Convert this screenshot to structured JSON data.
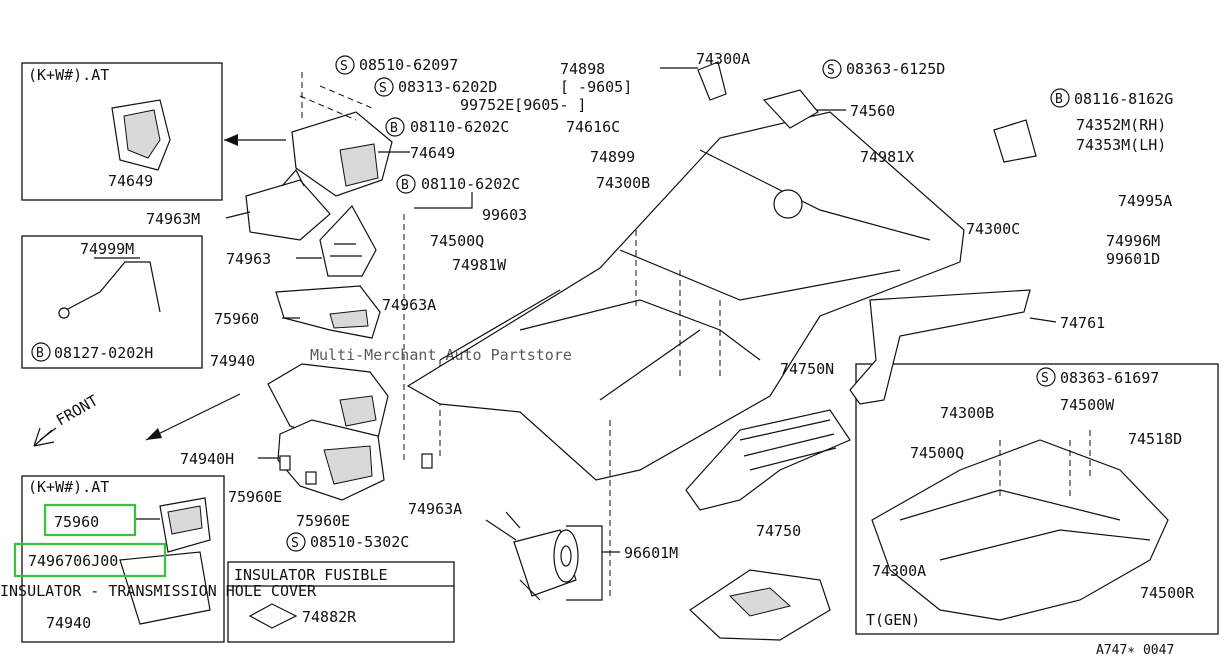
{
  "watermark": "Multi-Merchant Auto Partstore",
  "diagram_code": "A747∗ 0047",
  "front_label": "FRONT",
  "boxes": {
    "top_left": {
      "title": "(K+W#).AT",
      "part": "74649"
    },
    "mid_left": {
      "part_a": "74999M",
      "bolt_prefix": "B",
      "bolt": "08127-0202H"
    },
    "bottom_left": {
      "title": "(K+W#).AT",
      "part_a": "75960",
      "part_b": "74940",
      "highlight_code": "7496706J00"
    },
    "fusible": {
      "title": "INSULATOR FUSIBLE",
      "part": "74882R"
    },
    "tgen": {
      "title": "T(GEN)"
    }
  },
  "tooltip": "INSULATOR - TRANSMISSION HOLE COVER",
  "callouts": {
    "s1": {
      "prefix": "S",
      "code": "08510-62097"
    },
    "s2": {
      "prefix": "S",
      "code": "08313-6202D",
      "extra": "[  -9605]"
    },
    "s2b": "99752E[9605-  ]",
    "b1": {
      "prefix": "B",
      "code": "08110-6202C"
    },
    "b2": {
      "prefix": "B",
      "code": "08110-6202C"
    },
    "p74649": "74649",
    "p74963M": "74963M",
    "p74963": "74963",
    "p75960": "75960",
    "p74963A": "74963A",
    "p74940": "74940",
    "p74940H": "74940H",
    "p75960E_a": "75960E",
    "p75960E_b": "75960E",
    "p74963A_b": "74963A",
    "s3": {
      "prefix": "S",
      "code": "08510-5302C"
    },
    "p74898": "74898",
    "p74300A_top": "74300A",
    "s4": {
      "prefix": "S",
      "code": "08363-6125D"
    },
    "p74560": "74560",
    "p74616C": "74616C",
    "p74899": "74899",
    "p74981X": "74981X",
    "p74300B": "74300B",
    "p99603": "99603",
    "p74500Q": "74500Q",
    "p74981W": "74981W",
    "b3": {
      "prefix": "B",
      "code": "08116-8162G"
    },
    "p74352M": "74352M(RH)",
    "p74353M": "74353M(LH)",
    "p74995A": "74995A",
    "p74300C": "74300C",
    "p74996M": "74996M",
    "p99601D": "99601D",
    "p74761": "74761",
    "p74750N": "74750N",
    "p96601M": "96601M",
    "p74750": "74750",
    "s5": {
      "prefix": "S",
      "code": "08363-61697"
    },
    "p74300B_b": "74300B",
    "p74500W": "74500W",
    "p74500Q_b": "74500Q",
    "p74518D": "74518D",
    "p74300A_b": "74300A",
    "p74500R": "74500R"
  }
}
